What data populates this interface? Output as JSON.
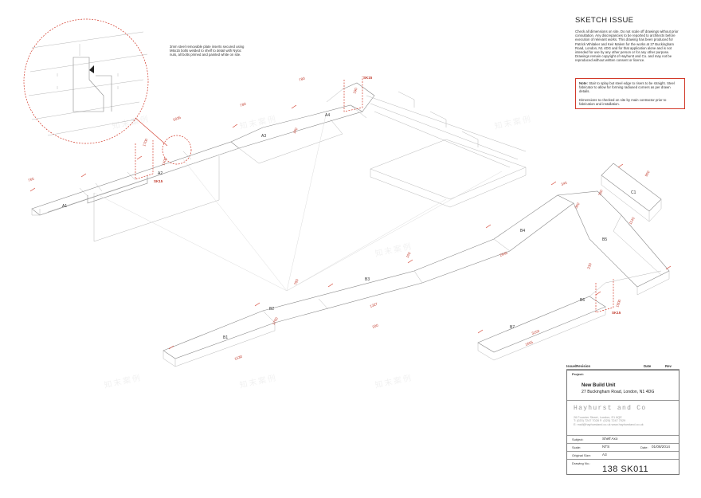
{
  "sheet": {
    "title": "SKETCH ISSUE",
    "intro": "Check all dimensions on site. Do not scale off drawings without prior consultation. Any discrepancies to be reported to architects before execution of relevant works. This drawing has been produced for Patrick Whitaker and Keir Malem for the works at 27 Buckingham Road, London, N1 4DG and for that application alone and is not intended for use by any other person or for any other purpose. Drawings remain copyright of Hayhurst and Co. and may not be reproduced without written consent or licence.",
    "note_label": "Note:",
    "note_text": "Stair to splay but steel edge to risers to be straight. Steel fabricator to allow for forming radiused corners as per drawn details.",
    "note_text2": "Dimensions to checked on site by main contractor prior to fabrication and installation."
  },
  "callout": {
    "text": "3mm steel removable plate inserts secured using M6x15 bolts welded to shelf to detail with Nyloc nuts, all bolts primed and painted white on site."
  },
  "drawing": {
    "segment_labels": [
      "A1",
      "A2",
      "A3",
      "A4",
      "B1",
      "B2",
      "B3",
      "B4",
      "B5",
      "B6",
      "B7",
      "C1"
    ],
    "section_marks": [
      "SK15",
      "SK15",
      "SK15"
    ],
    "dimensions": [
      "765",
      "1700",
      "5035",
      "780",
      "1400",
      "180",
      "780",
      "190",
      "1530",
      "200",
      "1200",
      "780",
      "1327",
      "2945",
      "345",
      "300",
      "900",
      "1140",
      "3153",
      "1655",
      "1800",
      "780",
      "100",
      "230"
    ]
  },
  "title_block": {
    "issue_label": "Issue/Revision",
    "date_label": "Date",
    "rev_label": "Rev",
    "project_label": "Project:",
    "project_name": "New Build Unit",
    "project_address": "27 Buckingham Road, London, N1 4DG",
    "firm_name": "Hayhurst and Co",
    "firm_address_1": "26 Fournier Street, London, E1 6QE",
    "firm_address_2": "T: (020) 7247 7028  F: (020) 7247 7029",
    "firm_address_3": "E: mail@hayhurstand.co.uk  www.hayhurstand.co.uk",
    "subject_label": "Subject:",
    "subject_value": "Shelf Axo",
    "scale_label": "Scale:",
    "scale_value": "NTS",
    "date_field_label": "Date:",
    "date_value": "01/08/2014",
    "size_label": "Original Size:",
    "size_value": "A3",
    "drawing_no_label": "Drawing No.:",
    "drawing_no_value": "138 SK011"
  },
  "watermark": "知末案例",
  "colors": {
    "markup_red": "#d23a2a",
    "linework": "#b8b8b8"
  }
}
